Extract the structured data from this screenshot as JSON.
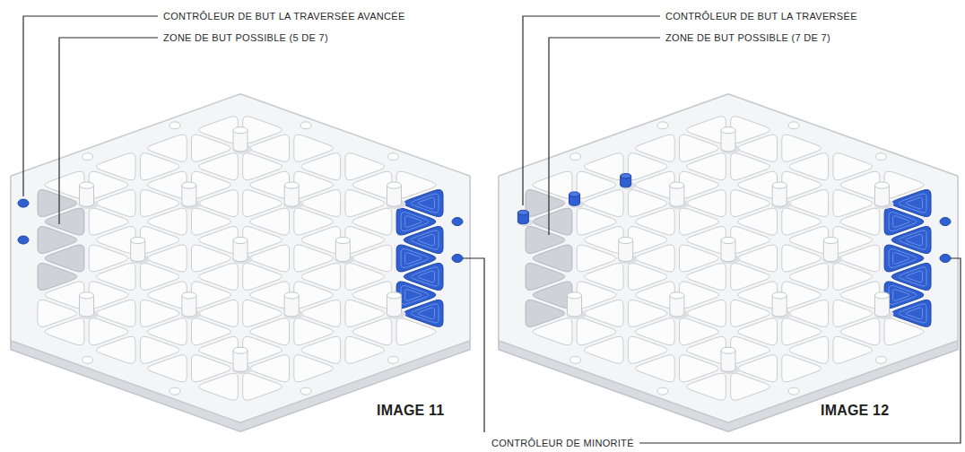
{
  "diagram": {
    "labels": [
      "CONTRÔLEUR DE BUT LA TRAVERSÉE AVANCÉE",
      "ZONE DE BUT POSSIBLE (5 DE 7)",
      "CONTRÔLEUR DE BUT LA TRAVERSÉE",
      "ZONE DE BUT POSSIBLE (7 DE 7)",
      "IMAGE 11",
      "IMAGE 12",
      "CONTRÔLEUR DE MINORITÉ"
    ]
  }
}
